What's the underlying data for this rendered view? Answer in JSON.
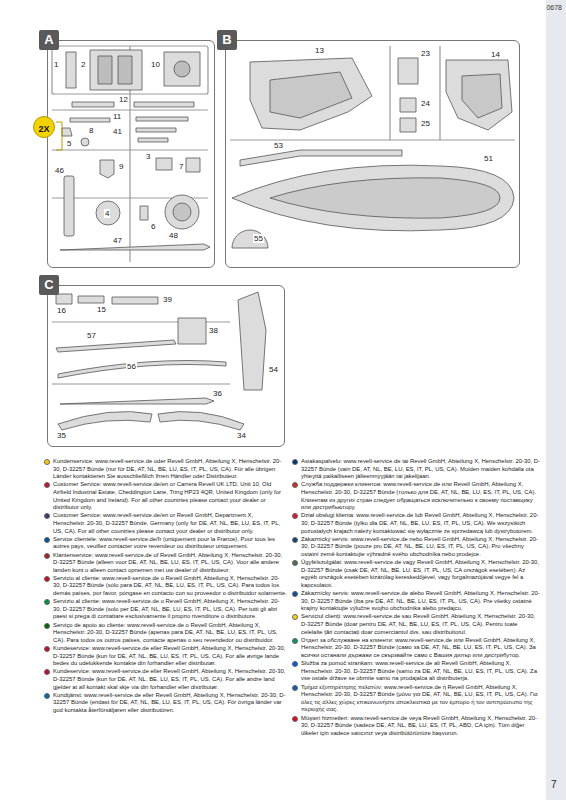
{
  "diagram": {
    "nodes": [
      {
        "text": [
          "A"
        ]
      },
      {
        "text": [
          "B"
        ]
      },
      {
        "text": [
          "C"
        ]
      },
      {
        "text": [
          "2X"
        ]
      }
    ],
    "labels": [
      "0678",
      "1",
      "2",
      "10",
      "12",
      "11",
      "5",
      "8",
      "41",
      "3",
      "7",
      "9",
      "46",
      "4",
      "6",
      "48",
      "47",
      "13",
      "23",
      "14",
      "24",
      "25",
      "53",
      "51",
      "55",
      "16",
      "15",
      "39",
      "38",
      "57",
      "56",
      "54",
      "36",
      "35",
      "34",
      "Kundenservice: www.revell-service.de oder Revell GmbH, Abteilung X, Henschelstr. 20-30, D-32257 Bünde (nur für DE, AT, NL, BE, LU, ES, IT, PL, US, CA). Für alle übrigen Länder kontaktieren Sie ausschließlich Ihren Händler oder Distributeur.",
      "Customer Service: www.revell-service.de/en or Carrera Revell UK LTD, Unit 10, Old Airfield Industrial Estate, Cheddington Lane, Tring HP23 4QR, United Kingdom (only for United Kingdom and Ireland). For all other countries please contact your dealer or distributor only.",
      "Customer Service: www.revell-service.de/en or Revell GmbH, Department X, Henschelstr. 20-30, D-32257 Bünde, Germany (only for DE, AT, NL, BE, LU, ES, IT, PL, US, CA). For all other countries please contact your dealer or distributor only.",
      "Service clientèle: www.revell-service.de/fr (uniquement pour la France). Pour tous les autres pays, veuillez contacter votre revendeur ou distributeur uniquement.",
      "Klantenservice: www.revell-service.de of Revell GmbH, Abteilung X, Henschelstr. 20-30, D-32257 Bünde (alleen voor DE, AT, NL, BE, LU, ES, IT, PL, US, CA). Voor alle andere landen kunt u alleen contact opnemen met uw dealer of distributeur.",
      "Servicio al cliente: www.revell-service.de o Revell GmbH, Abteilung X, Henschelstr. 20-30, D-32257 Bünde (sólo para DE, AT, NL, BE, LU, ES, IT, PL, US, CA). Para todos los demás países, por favor, póngase en contacto con su proveedor o distribuidor solamente.",
      "Servizio al cliente: www.revell-service.de o Revell GmbH, Abteilung X, Henschelstr. 20-30, D-32257 Bünde (solo per DE, AT, NL, BE, LU, ES, IT, PL, US, CA). Per tutti gli altri paesi si prega di contattare esclusivamente il proprio rivenditore o distributore.",
      "Serviço de apoio ao cliente: www.revell-service.de o Revell GmbH, Abteilung X, Henschelstr. 20-30, D-32257 Bünde (apenas para DE, AT, NL, BE, LU, ES, IT, PL, US, CA). Para todos os outros países, contacte apenas o seu revendedor ou distribuidor.",
      "Kundeservice: www.revell-service.de eller Revell GmbH, Abteilung X, Henschelstr. 20-30, D-32257 Bünde (kun for DE, AT, NL, BE, LU, ES, IT, PL, US, CA). For alle øvrige lande bedes du udelukkende kontakte din forhandler eller distributør.",
      "Kundeservice: www.revell-service.de eller Revell GmbH, Abteilung X, Henschelstr. 20-30, D-32257 Bünde (kun for DE, AT, NL, BE, LU, ES, IT, PL, US, CA). For alle andre land gjelder at all kontakt skal skje via din forhandler eller distributør.",
      "Kundtjänst: www.revell-service.de eller Revell GmbH, Abteilung X, Henschelstr. 20-30, D-32257 Bünde (endast för DE, AT, NL, BE, LU, ES, IT, PL, US, CA). För övriga länder var god kontakta återförsäljaren eller distributören.",
      "Asiakaspalvelu: www.revell-service.de tai Revell GmbH, Abteilung X, Henschelstr. 20-30, D-32257 Bünde (vain DE, AT, NL, BE, LU, ES, IT, PL, US, CA). Muiden maiden kohdalla ota yhteyttä paikalliseen jälleenmyyjään tai jakelijaan.",
      "Служба поддержки клиентов: www.revell-service.de или Revell GmbH, Abteilung X, Henschelstr. 20-30, D-32257 Bünde (только для DE, AT, NL, BE, LU, ES, IT, PL, US, CA). Клиентам из других стран следует обращаться исключительно к своему поставщику или дистрибьютору.",
      "Dział obsługi klienta: www.revell-service.de lub Revell GmbH, Abteilung X, Henschelstr. 20-30, D-32257 Bünde (tylko dla DE, AT, NL, BE, LU, ES, IT, PL, US, CA). We wszystkich pozostałych krajach należy kontaktować się wyłącznie ze sprzedawcą lub dystrybutorem.",
      "Zákaznický servis: www.revell-service.de nebo Revell GmbH, Abteilung X, Henschelstr. 20-30, D-32257 Bünde (pouze pro DE, AT, NL, BE, LU, ES, IT, PL, US, CA). Pro všechny ostatní země kontaktujte výhradně svého obchodníka nebo prodejce.",
      "Ügyfélszolgálat: www.revell-service.de vagy Revell GmbH, Abteilung X, Henschelstr. 20-30, D-32257 Bünde (csak DE, AT, NL, BE, LU, ES, IT, PL, US, CA országok esetében). Az egyéb országok esetében kizárólag kereskedőjével, vagy forgalmazójával vegye fel a kapcsolatot.",
      "Zákaznícky servis: www.revell-service.de alebo Revell GmbH, Abteilung X, Henschelstr. 20-30, D-32257 Bünde (iba pre DE, AT, NL, BE, LU, ES, IT, PL, US, CA). Pre všetky ostatné krajiny kontaktujte výlučne svojho obchodníka alebo predajcu.",
      "Serviciul clienți: www.revell-service.de sau Revell GmbH, Abteilung X, Henschelstr. 20-30, D-32257 Bünde (doar pentru DE, AT, NL, BE, LU, ES, IT, PL, US, CA). Pentru toate celelalte țări contactați doar comerciantul dvs. sau distribuitorul.",
      "Отдел за обслужване на клиенти: www.revell-service.de или Revell GmbH, Abteilung X, Henschelstr. 20-30, D-32257 Bünde (само за DE, AT, NL, BE, LU, ES, IT, PL, US, CA). За всички останали държави се свързвайте само с Вашия дилър или дистрибутор.",
      "Služba za pomoč strankam: www.revell-service.de ali Revell GmbH, Abteilung X, Henschelstr. 20-30, D-32257 Bünde (samo za DE, AT, NL, BE, LU, ES, IT, PL, US, CA). Za vse ostale države se obrnite samo na prodajalca ali distributerja.",
      "Τμήμα εξυπηρέτησης πελατών: www.revell-service.de ή Revell GmbH, Abteilung X, Henschelstr. 20-30, D-32257 Bünde (μόνο για DE, AT, NL, BE, LU, ES, IT, PL, US, CA). Για όλες τις άλλες χώρες επικοινωνήστε αποκλειστικά με τον έμπορο ή τον αντιπρόσωπο της περιοχής σας.",
      "Müşteri hizmetleri: www.revell-service.de veya Revell GmbH, Abteilung X, Henschelstr. 20-30, D-32257 Bünde (sadece DE, AT, NL, BE, LU, ES, IT, PL, ABD, CA için). Tüm diğer ülkeler için sadece satıcınız veya distribütörünüze başvurun.",
      "7"
    ]
  }
}
